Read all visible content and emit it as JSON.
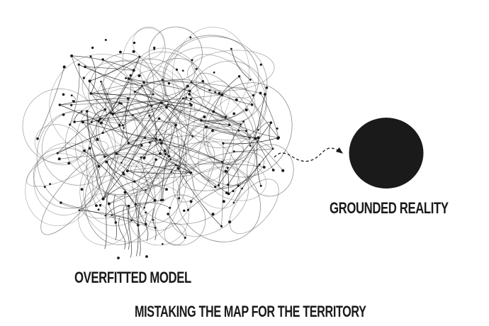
{
  "diagram": {
    "left_label": "OVERFITTED MODEL",
    "right_label": "GROUNDED REALITY",
    "title": "MISTAKING THE MAP FOR THE TERRITORY",
    "colors": {
      "background": "#ffffff",
      "ink": "#1a1a1a",
      "loop_stroke": "#4d4d4d",
      "edge_stroke": "#1c1c1c"
    }
  }
}
